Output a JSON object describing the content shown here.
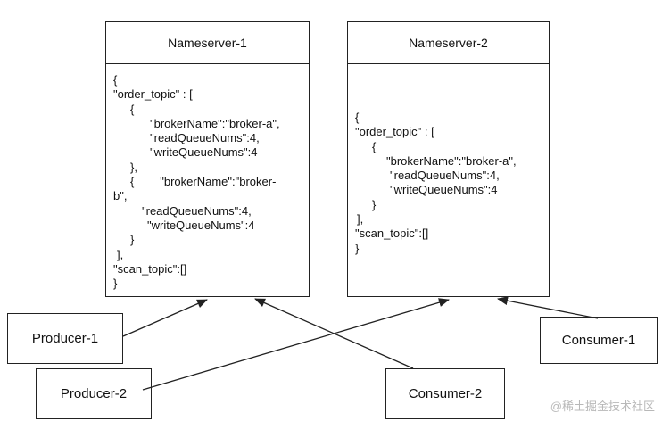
{
  "nameservers": [
    {
      "title": "Nameserver-1",
      "lines": [
        "{",
        "\"order_topic\" : [",
        "{",
        "\"brokerName\":\"broker-a\",",
        "\"readQueueNums\":4,",
        "\"writeQueueNums\":4",
        "},",
        "{        \"brokerName\":\"broker-",
        "b\",",
        "\"readQueueNums\":4,",
        "\"writeQueueNums\":4",
        "}",
        "],",
        "\"scan_topic\":[]",
        "}"
      ]
    },
    {
      "title": "Nameserver-2",
      "lines": [
        "{",
        "\"order_topic\" : [",
        "{",
        "\"brokerName\":\"broker-a\",",
        "\"readQueueNums\":4,",
        "\"writeQueueNums\":4",
        "}",
        "],",
        "\"scan_topic\":[]",
        "}"
      ]
    }
  ],
  "clients": {
    "producer1": "Producer-1",
    "producer2": "Producer-2",
    "consumer1": "Consumer-1",
    "consumer2": "Consumer-2"
  },
  "watermark": "@稀土掘金技术社区",
  "colors": {
    "stroke": "#222222",
    "watermark": "#b8b8b8"
  }
}
